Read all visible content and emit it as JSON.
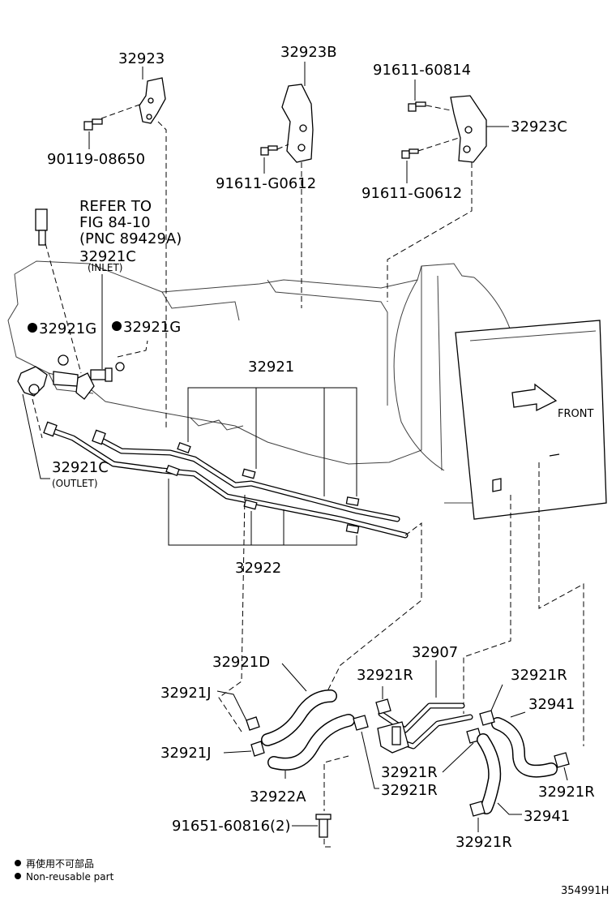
{
  "labels": {
    "p32923": "32923",
    "p90119": "90119-08650",
    "p32923B": "32923B",
    "p91611_g0612_a": "91611-G0612",
    "p91611_60814": "91611-60814",
    "p32923C": "32923C",
    "p91611_g0612_b": "91611-G0612",
    "refer_line1": "REFER TO",
    "refer_line2": "FIG 84-10",
    "refer_line3": "(PNC 89429A)",
    "p32921C_inlet": "32921C",
    "inlet_note": "(INLET)",
    "p32921G_left": "32921G",
    "p32921G_right": "32921G",
    "p32921": "32921",
    "front": "FRONT",
    "p32921C_outlet": "32921C",
    "outlet_note": "(OUTLET)",
    "p32922": "32922",
    "p32921D": "32921D",
    "p32921J_top": "32921J",
    "p32921J_bot": "32921J",
    "p32922A": "32922A",
    "p91651": "91651-60816(2)",
    "p32907": "32907",
    "p32921R_a": "32921R",
    "p32921R_b": "32921R",
    "p32921R_c": "32921R",
    "p32921R_d": "32921R",
    "p32921R_e": "32921R",
    "p32921R_f": "32921R",
    "p32941_a": "32941",
    "p32941_b": "32941"
  },
  "legend": {
    "chinese": "再使用不可部品",
    "english": "Non-reusable part"
  },
  "figure_code": "354991H"
}
